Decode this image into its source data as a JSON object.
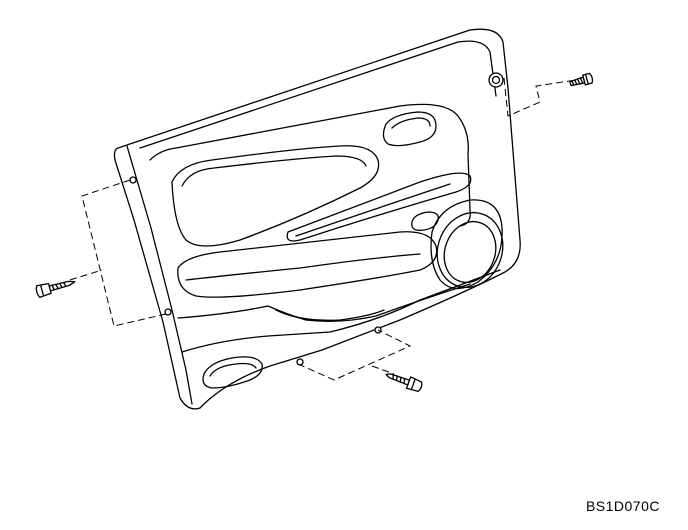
{
  "figure": {
    "code": "BS1D070C",
    "parts": [
      {
        "name": "door-trim-panel",
        "icon": "door-trim-panel-icon"
      },
      {
        "name": "upper-rear-screw",
        "icon": "screw-icon"
      },
      {
        "name": "front-edge-screw",
        "icon": "screw-icon"
      },
      {
        "name": "bottom-screw",
        "icon": "screw-icon"
      }
    ]
  }
}
